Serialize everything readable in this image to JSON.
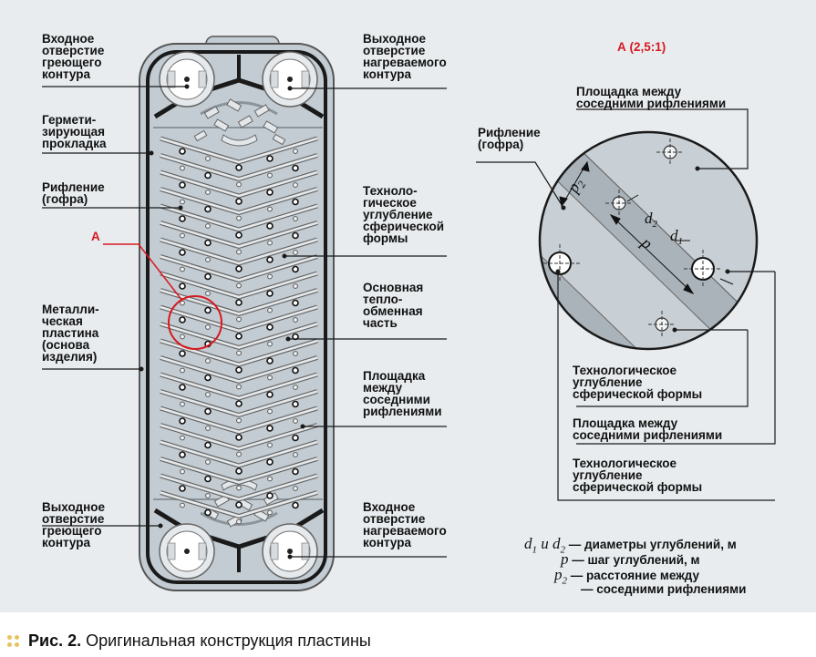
{
  "labels": {
    "inlet_heating": "Входное\nотверстие\nгреющего\nконтура",
    "outlet_heated": "Выходное\nотверстие\nнагреваемого\nконтура",
    "gasket": "Гермети-\nзирующая\nпрокладка",
    "corrugation_left": "Рифление\n(гофра)",
    "tech_recess_mid": "Техноло-\nгическое\nуглубление\nсферической\nформы",
    "marker_a": "А",
    "main_part": "Основная\nтепло-\nобменная\nчасть",
    "metal_plate": "Металли-\nческая\nпластина\n(основа\nизделия)",
    "platform_mid": "Площадка\nмежду\nсоседними\nрифлениями",
    "outlet_heating": "Выходное\nотверстие\nгреющего\nконтура",
    "inlet_heated": "Входное\nотверстие\nнагреваемого\nконтура"
  },
  "detail": {
    "title": "А (2,5:1)",
    "platform_top": "Площадка между\nсоседними рифлениями",
    "corrugation": "Рифление\n(гофра)",
    "dim_p2": "p2",
    "dim_d2": "d2",
    "dim_d1": "d1",
    "dim_p": "p",
    "tech_recess_1": "Технологическое\nуглубление\nсферической формы",
    "platform_bottom": "Площадка между\nсоседними рифлениями",
    "tech_recess_2": "Технологическое\nуглубление\nсферической формы"
  },
  "legend": [
    {
      "sym": "d1 и d2",
      "sep": "—",
      "text": "диаметры углублений, м"
    },
    {
      "sym": "p",
      "sep": "—",
      "text": "шаг углублений, м"
    },
    {
      "sym": "p2",
      "sep": "—",
      "text": "расстояние между"
    },
    {
      "sym": "",
      "sep": "—",
      "text": "соседними рифлениями"
    }
  ],
  "caption": {
    "prefix": "Рис. 2.",
    "text": "Оригинальная конструкция пластины"
  },
  "colors": {
    "background": "#e8ecee",
    "plate": "#c3ccd2",
    "gasket": "#1a1a1a",
    "marker_red": "#d71920",
    "caption_dots": "#e8c25a"
  }
}
